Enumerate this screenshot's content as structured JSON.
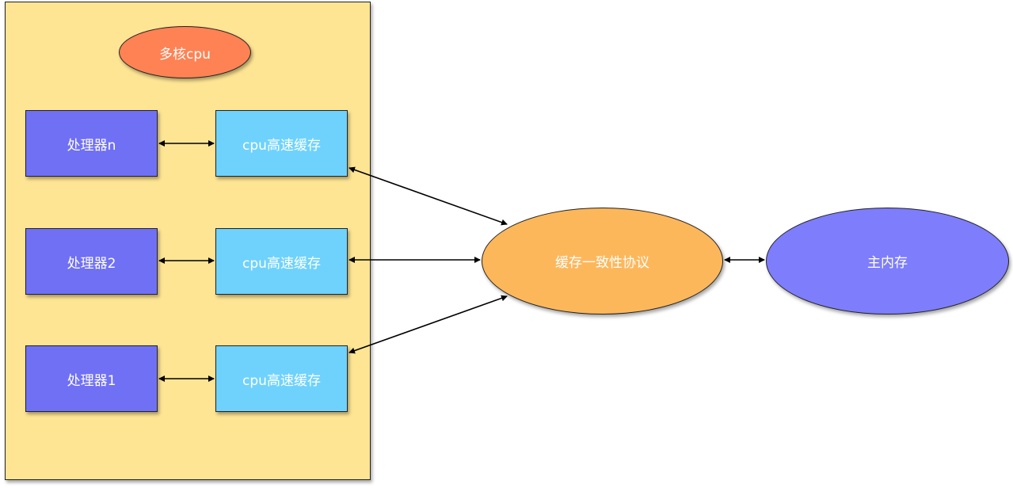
{
  "diagram": {
    "title_node": "多核cpu",
    "processors": [
      {
        "label": "处理器n"
      },
      {
        "label": "处理器2"
      },
      {
        "label": "处理器1"
      }
    ],
    "caches": [
      {
        "label": "cpu高速缓存"
      },
      {
        "label": "cpu高速缓存"
      },
      {
        "label": "cpu高速缓存"
      }
    ],
    "protocol": "缓存一致性协议",
    "memory": "主内存",
    "colors": {
      "panel": "#fee594",
      "title_node": "#fe8254",
      "processor": "#7070f5",
      "cache": "#6fd2fc",
      "protocol": "#fdb75b",
      "memory": "#7e7dfc",
      "arrow": "#000000"
    }
  }
}
